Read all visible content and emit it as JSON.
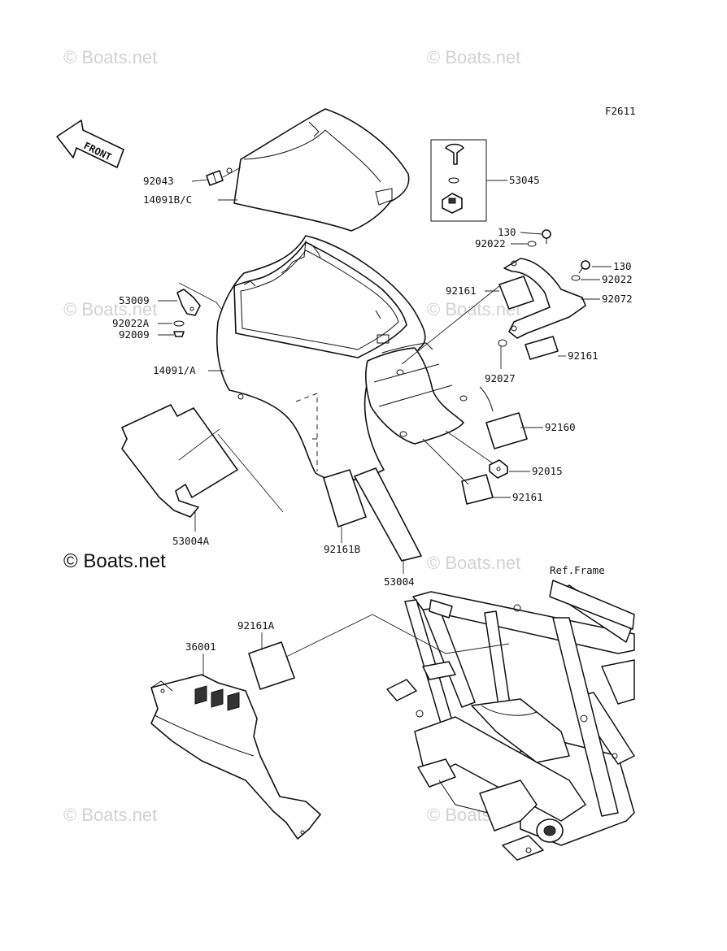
{
  "diagram": {
    "figure_id": "F2611",
    "front_arrow_label": "FRONT",
    "ref_frame_label": "Ref.Frame",
    "brand_mark": "© Boats.net",
    "watermark_text": "© Boats.net",
    "parts": {
      "p92043": "92043",
      "p14091bc": "14091B/C",
      "p53045": "53045",
      "p130a": "130",
      "p92022a": "92022",
      "p130b": "130",
      "p92022b": "92022",
      "p92072": "92072",
      "p92161a": "92161",
      "p53009": "53009",
      "p92022A": "92022A",
      "p92009": "92009",
      "p14091a": "14091/A",
      "p92161b": "92161",
      "p92027": "92027",
      "p92160": "92160",
      "p92015": "92015",
      "p92161c": "92161",
      "p53004A": "53004A",
      "p92161B": "92161B",
      "p53004": "53004",
      "p92161A": "92161A",
      "p36001": "36001"
    }
  },
  "colors": {
    "line": "#111111",
    "watermark": "#d2d2d2",
    "background": "#ffffff"
  }
}
